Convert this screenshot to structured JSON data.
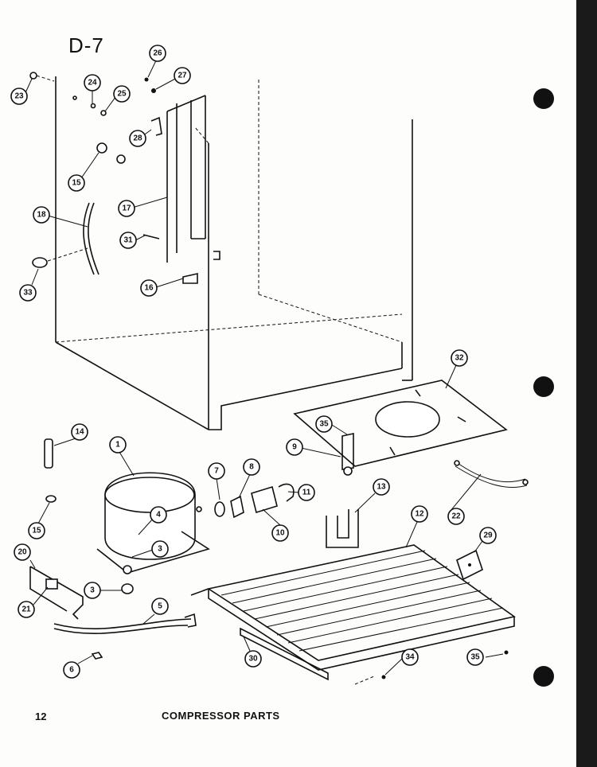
{
  "diagram": {
    "page_id": "D-7",
    "page_number": "12",
    "caption": "COMPRESSOR PARTS",
    "callouts": [
      {
        "id": "c23",
        "label": "23"
      },
      {
        "id": "c24",
        "label": "24"
      },
      {
        "id": "c25",
        "label": "25"
      },
      {
        "id": "c26",
        "label": "26"
      },
      {
        "id": "c27",
        "label": "27"
      },
      {
        "id": "c28",
        "label": "28"
      },
      {
        "id": "c15a",
        "label": "15"
      },
      {
        "id": "c17",
        "label": "17"
      },
      {
        "id": "c18",
        "label": "18"
      },
      {
        "id": "c31",
        "label": "31"
      },
      {
        "id": "c33",
        "label": "33"
      },
      {
        "id": "c16",
        "label": "16"
      },
      {
        "id": "c32",
        "label": "32"
      },
      {
        "id": "c35a",
        "label": "35"
      },
      {
        "id": "c9",
        "label": "9"
      },
      {
        "id": "c14",
        "label": "14"
      },
      {
        "id": "c1",
        "label": "1"
      },
      {
        "id": "c7",
        "label": "7"
      },
      {
        "id": "c8",
        "label": "8"
      },
      {
        "id": "c11",
        "label": "11"
      },
      {
        "id": "c10",
        "label": "10"
      },
      {
        "id": "c13",
        "label": "13"
      },
      {
        "id": "c22",
        "label": "22"
      },
      {
        "id": "c12",
        "label": "12"
      },
      {
        "id": "c29",
        "label": "29"
      },
      {
        "id": "c4",
        "label": "4"
      },
      {
        "id": "c3a",
        "label": "3"
      },
      {
        "id": "c15b",
        "label": "15"
      },
      {
        "id": "c20",
        "label": "20"
      },
      {
        "id": "c21",
        "label": "21"
      },
      {
        "id": "c3b",
        "label": "3"
      },
      {
        "id": "c5",
        "label": "5"
      },
      {
        "id": "c6",
        "label": "6"
      },
      {
        "id": "c30",
        "label": "30"
      },
      {
        "id": "c34",
        "label": "34"
      },
      {
        "id": "c35b",
        "label": "35"
      }
    ]
  }
}
